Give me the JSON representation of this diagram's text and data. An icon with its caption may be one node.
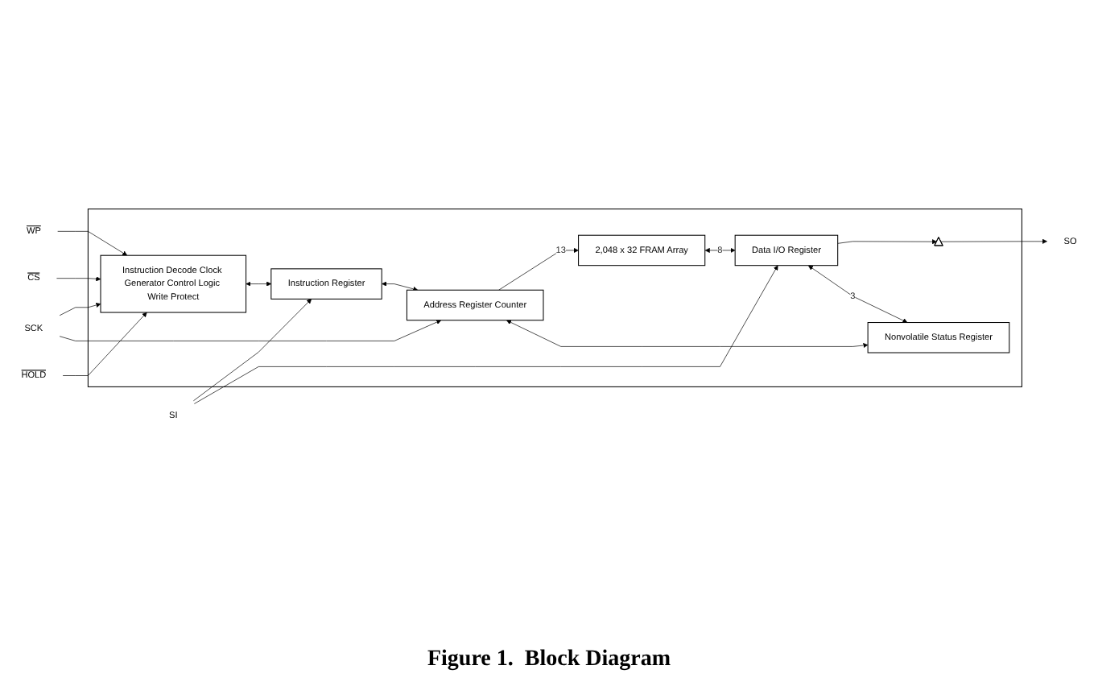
{
  "diagram": {
    "caption": "Figure 1.  Block Diagram",
    "nodes": [
      {
        "text": [],
        "shape": "box"
      },
      {
        "text": [
          "WP"
        ]
      },
      {
        "text": [
          "CS"
        ]
      },
      {
        "text": [
          "HOLD"
        ]
      },
      {
        "text": [
          "SCK"
        ]
      },
      {
        "text": [
          "SI"
        ]
      },
      {
        "text": [
          "Instruction Decode Clock Generator Control Logic Write Protect"
        ],
        "in": 0
      },
      {
        "text": [
          "2,048 x 32 FRAM Array"
        ],
        "in": 0
      },
      {
        "text": [
          "Instruction Register"
        ],
        "in": 0
      },
      {
        "text": [
          "Address Register Counter"
        ],
        "in": 0
      },
      {
        "text": [
          "Data I/O Register"
        ],
        "in": 0
      },
      {
        "text": [],
        "shape": "triangle",
        "in": 0
      },
      {
        "text": [
          "Nonvolatile Status Register"
        ],
        "in": 0
      },
      {
        "text": [
          "SO"
        ]
      }
    ],
    "edges": [
      {
        "from": 1,
        "to": 6,
        "arrow": "to"
      },
      {
        "from": 2,
        "to": 6,
        "arrow": "to"
      },
      {
        "from": 3,
        "to": 6,
        "arrow": "to"
      },
      {
        "from": 4,
        "to": 6,
        "arrow": "to"
      },
      {
        "from": 4,
        "to": 9,
        "arrow": "to"
      },
      {
        "from": 6,
        "to": 8,
        "arrow": "both"
      },
      {
        "from": 8,
        "to": 9,
        "arrow": "both"
      },
      {
        "from": 5,
        "to": 8,
        "arrow": "to"
      },
      {
        "from": 5,
        "to": 10,
        "arrow": "to"
      },
      {
        "from": 9,
        "to": 7,
        "arrow": "to",
        "label": "13"
      },
      {
        "from": 7,
        "to": 10,
        "arrow": "both",
        "label": "8"
      },
      {
        "from": 10,
        "to": 11,
        "arrow": "to"
      },
      {
        "from": 11,
        "to": 13,
        "arrow": "to"
      },
      {
        "from": 10,
        "to": 12,
        "arrow": "both",
        "label": "3"
      },
      {
        "from": 9,
        "to": 12,
        "arrow": "both"
      }
    ]
  }
}
